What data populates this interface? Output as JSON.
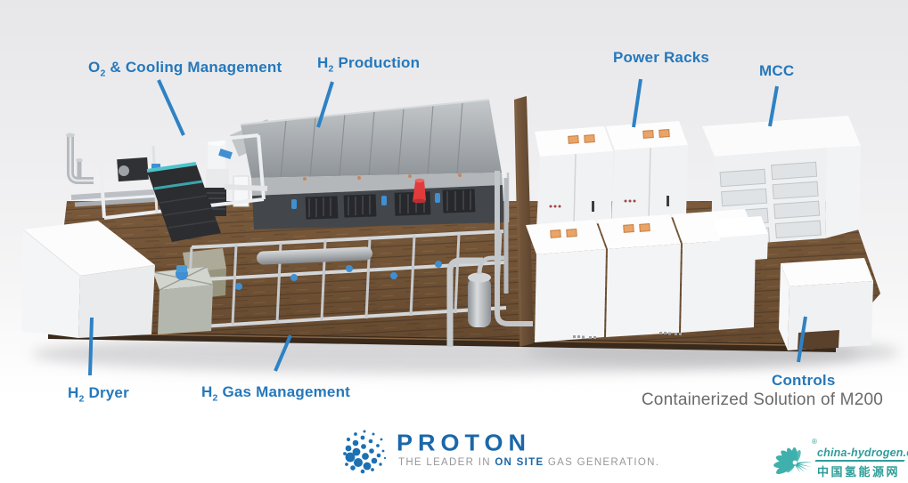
{
  "labels": {
    "o2_cooling": {
      "pre": "O",
      "sub": "2",
      "post": " & Cooling Management"
    },
    "h2_production": {
      "pre": "H",
      "sub": "2",
      "post": " Production"
    },
    "power_racks": {
      "text": "Power Racks"
    },
    "mcc": {
      "text": "MCC"
    },
    "h2_dryer": {
      "pre": "H",
      "sub": "2",
      "post": " Dryer"
    },
    "h2_gas_management": {
      "pre": "H",
      "sub": "2",
      "post": " Gas Management"
    },
    "controls": {
      "text": "Controls"
    }
  },
  "caption": {
    "text": "Containerized Solution of M200"
  },
  "branding": {
    "proton": {
      "wordmark": "PROTON",
      "tagline_pre": "THE LEADER IN ",
      "tagline_bold": "ON SITE",
      "tagline_post": " GAS GENERATION."
    },
    "china_hydrogen": {
      "registered": "®",
      "url": "china-hydrogen.org",
      "name_cn": "中国氢能源网"
    }
  },
  "icons": {
    "proton_globe": "dotted-globe-sphere",
    "china_hydrogen_flower": "flower-starburst"
  },
  "colors": {
    "label_blue": "#2578BB",
    "leader_line_blue": "#2E82C4",
    "caption_gray": "#6A6A6C",
    "proton_blue": "#1B67A9",
    "tagline_gray": "#97979A",
    "china_teal": "#2F9D98",
    "floor_brown": "#7A5A3B",
    "wall_brown": "#6F5138",
    "roof_gray": "#A9AEB2",
    "cabinet_white": "#F2F3F5",
    "pad_orange": "#E8A567",
    "red_cone": "#E23B3B",
    "valve_blue": "#3F8FD2"
  }
}
